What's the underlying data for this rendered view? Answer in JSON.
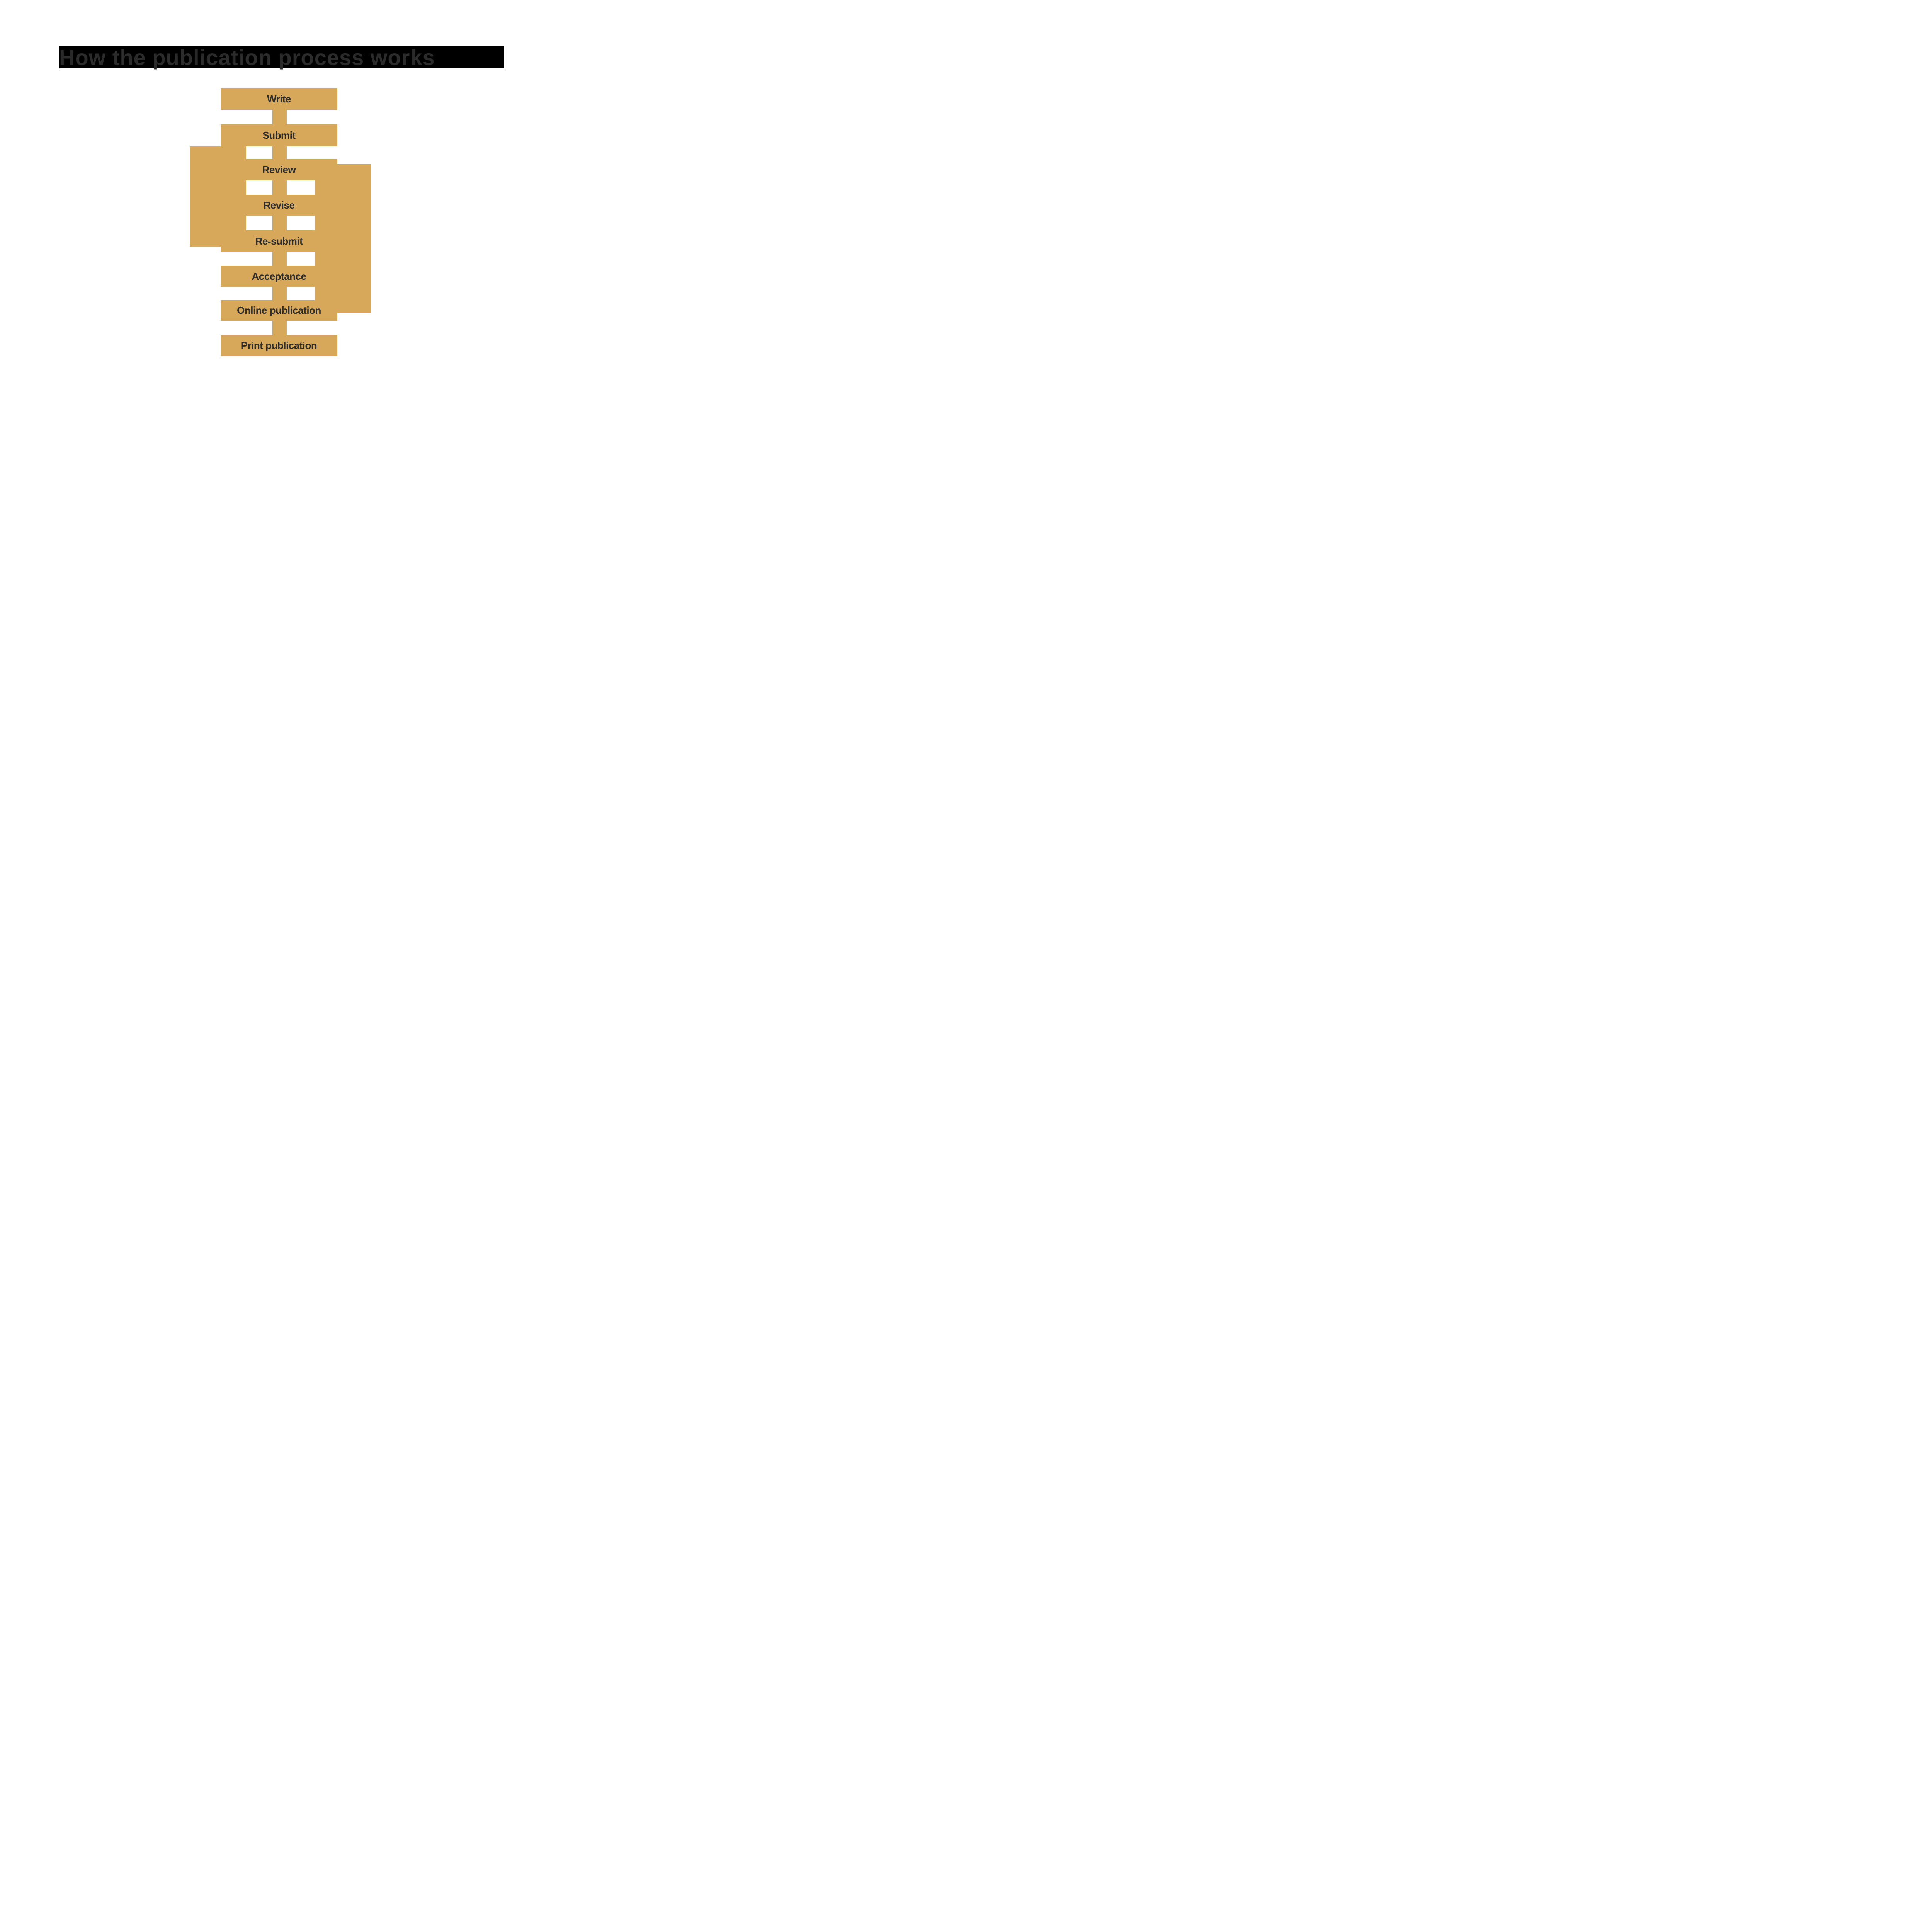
{
  "title": {
    "text": "How the publication process works"
  },
  "flow": {
    "steps": [
      {
        "label": "Write"
      },
      {
        "label": "Submit"
      },
      {
        "label": "Review"
      },
      {
        "label": "Revise"
      },
      {
        "label": "Re-submit"
      },
      {
        "label": "Acceptance"
      },
      {
        "label": "Online publication"
      },
      {
        "label": "Print publication"
      }
    ],
    "loops": [
      {
        "name": "left-loopback",
        "from": "Re-submit",
        "to": "Submit"
      },
      {
        "name": "right-forward",
        "from": "Review",
        "to": "Online publication"
      }
    ]
  },
  "colors": {
    "node_fill": "#d7a85a",
    "node_text": "#2e2e2e",
    "title_bg": "#000000",
    "title_text": "#2b2b2b",
    "page_bg": "#ffffff"
  }
}
